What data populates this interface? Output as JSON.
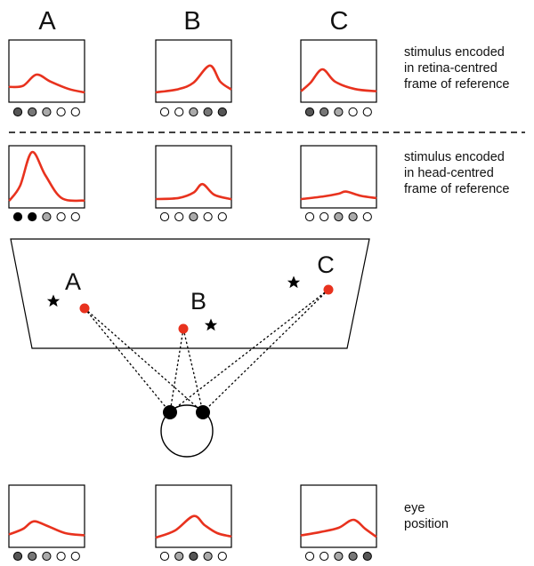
{
  "columns": [
    "A",
    "B",
    "C"
  ],
  "rows": [
    {
      "id": "retina",
      "description": [
        "stimulus encoded",
        "in retina-centred",
        "frame of reference"
      ],
      "panels": [
        {
          "curve": [
            [
              0,
              0.22
            ],
            [
              0.18,
              0.24
            ],
            [
              0.36,
              0.45
            ],
            [
              0.55,
              0.32
            ],
            [
              0.8,
              0.18
            ],
            [
              1,
              0.12
            ]
          ],
          "dots": [
            "#555555",
            "#777777",
            "#aaaaaa",
            "#ffffff",
            "#ffffff"
          ]
        },
        {
          "curve": [
            [
              0,
              0.12
            ],
            [
              0.3,
              0.18
            ],
            [
              0.5,
              0.3
            ],
            [
              0.72,
              0.62
            ],
            [
              0.86,
              0.32
            ],
            [
              1,
              0.18
            ]
          ],
          "dots": [
            "#ffffff",
            "#ffffff",
            "#aaaaaa",
            "#777777",
            "#555555"
          ]
        },
        {
          "curve": [
            [
              0,
              0.15
            ],
            [
              0.12,
              0.3
            ],
            [
              0.28,
              0.55
            ],
            [
              0.45,
              0.32
            ],
            [
              0.72,
              0.18
            ],
            [
              1,
              0.14
            ]
          ],
          "dots": [
            "#555555",
            "#777777",
            "#aaaaaa",
            "#ffffff",
            "#ffffff"
          ]
        }
      ]
    },
    {
      "id": "head",
      "description": [
        "stimulus encoded",
        "in head-centred",
        "frame of reference"
      ],
      "panels": [
        {
          "curve": [
            [
              0,
              0.08
            ],
            [
              0.14,
              0.35
            ],
            [
              0.3,
              0.98
            ],
            [
              0.48,
              0.55
            ],
            [
              0.7,
              0.12
            ],
            [
              1,
              0.07
            ]
          ],
          "dots": [
            "#000000",
            "#000000",
            "#aaaaaa",
            "#ffffff",
            "#ffffff"
          ]
        },
        {
          "curve": [
            [
              0,
              0.1
            ],
            [
              0.3,
              0.12
            ],
            [
              0.5,
              0.22
            ],
            [
              0.62,
              0.38
            ],
            [
              0.78,
              0.18
            ],
            [
              1,
              0.1
            ]
          ],
          "dots": [
            "#ffffff",
            "#ffffff",
            "#aaaaaa",
            "#ffffff",
            "#ffffff"
          ]
        },
        {
          "curve": [
            [
              0,
              0.1
            ],
            [
              0.3,
              0.15
            ],
            [
              0.5,
              0.2
            ],
            [
              0.6,
              0.24
            ],
            [
              0.8,
              0.16
            ],
            [
              1,
              0.12
            ]
          ],
          "dots": [
            "#ffffff",
            "#ffffff",
            "#aaaaaa",
            "#aaaaaa",
            "#ffffff"
          ]
        }
      ]
    },
    {
      "id": "eye",
      "description": [
        "eye",
        "position"
      ],
      "panels": [
        {
          "curve": [
            [
              0,
              0.18
            ],
            [
              0.18,
              0.28
            ],
            [
              0.32,
              0.42
            ],
            [
              0.5,
              0.34
            ],
            [
              0.75,
              0.2
            ],
            [
              1,
              0.16
            ]
          ],
          "dots": [
            "#555555",
            "#777777",
            "#aaaaaa",
            "#ffffff",
            "#ffffff"
          ]
        },
        {
          "curve": [
            [
              0,
              0.12
            ],
            [
              0.25,
              0.25
            ],
            [
              0.5,
              0.52
            ],
            [
              0.65,
              0.35
            ],
            [
              0.82,
              0.2
            ],
            [
              1,
              0.14
            ]
          ],
          "dots": [
            "#ffffff",
            "#aaaaaa",
            "#555555",
            "#aaaaaa",
            "#ffffff"
          ]
        },
        {
          "curve": [
            [
              0,
              0.16
            ],
            [
              0.25,
              0.22
            ],
            [
              0.5,
              0.3
            ],
            [
              0.7,
              0.45
            ],
            [
              0.86,
              0.28
            ],
            [
              1,
              0.14
            ]
          ],
          "dots": [
            "#ffffff",
            "#ffffff",
            "#aaaaaa",
            "#777777",
            "#555555"
          ]
        }
      ]
    }
  ],
  "scene": {
    "labels": [
      "A",
      "B",
      "C"
    ]
  },
  "colors": {
    "curve": "#e8321e",
    "target": "#e8321e",
    "ink": "#000000"
  },
  "icons": {
    "fixation": "star-icon",
    "target": "red-dot-icon",
    "eye": "eye-icon",
    "head": "head-icon"
  }
}
